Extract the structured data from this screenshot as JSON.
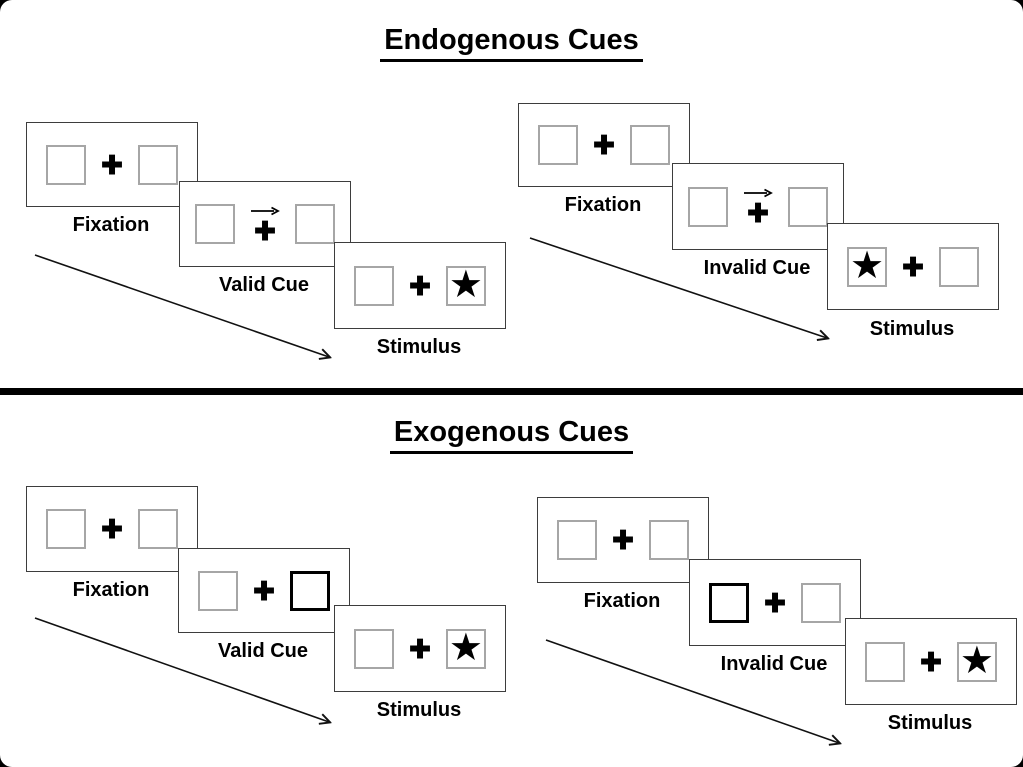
{
  "sections": [
    {
      "title": "Endogenous Cues",
      "sequences": [
        {
          "name": "valid-trial",
          "panels": [
            {
              "label": "Fixation",
              "left_box": "empty",
              "right_box": "empty",
              "cue_symbol": "none"
            },
            {
              "label": "Valid Cue",
              "left_box": "empty",
              "right_box": "empty",
              "cue_symbol": "right-arrow-above-fixation-cross"
            },
            {
              "label": "Stimulus",
              "left_box": "empty",
              "right_box": "star",
              "cue_symbol": "none"
            }
          ]
        },
        {
          "name": "invalid-trial",
          "panels": [
            {
              "label": "Fixation",
              "left_box": "empty",
              "right_box": "empty",
              "cue_symbol": "none"
            },
            {
              "label": "Invalid Cue",
              "left_box": "empty",
              "right_box": "empty",
              "cue_symbol": "right-arrow-above-fixation-cross"
            },
            {
              "label": "Stimulus",
              "left_box": "star",
              "right_box": "empty",
              "cue_symbol": "none"
            }
          ]
        }
      ]
    },
    {
      "title": "Exogenous Cues",
      "sequences": [
        {
          "name": "valid-trial",
          "panels": [
            {
              "label": "Fixation",
              "left_box": "empty",
              "right_box": "empty",
              "cue_symbol": "none"
            },
            {
              "label": "Valid Cue",
              "left_box": "empty",
              "right_box": "bold-outline",
              "cue_symbol": "none"
            },
            {
              "label": "Stimulus",
              "left_box": "empty",
              "right_box": "star",
              "cue_symbol": "none"
            }
          ]
        },
        {
          "name": "invalid-trial",
          "panels": [
            {
              "label": "Fixation",
              "left_box": "empty",
              "right_box": "empty",
              "cue_symbol": "none"
            },
            {
              "label": "Invalid Cue",
              "left_box": "bold-outline",
              "right_box": "empty",
              "cue_symbol": "none"
            },
            {
              "label": "Stimulus",
              "left_box": "empty",
              "right_box": "star",
              "cue_symbol": "none"
            }
          ]
        }
      ]
    }
  ],
  "symbols": {
    "fixation_cross": "✚",
    "star": "★"
  },
  "colors": {
    "ink": "#000000",
    "panel_border": "#3d3d3d",
    "box_border": "#a6a6a6",
    "bold_box_border": "#000000",
    "background": "#ffffff"
  }
}
